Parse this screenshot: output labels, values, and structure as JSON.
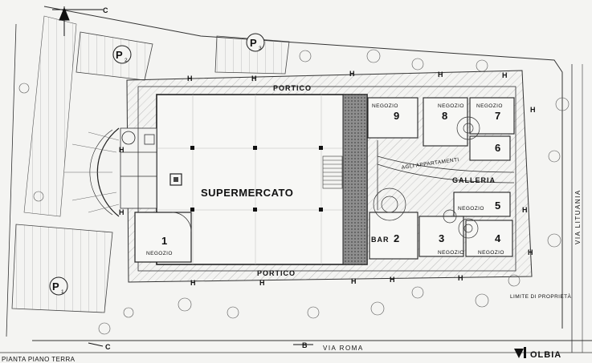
{
  "labels": {
    "supermarket": "SUPERMERCATO",
    "portico_top": "PORTICO",
    "portico_bottom": "PORTICO",
    "galleria": "GALLERIA",
    "apartments": "AGLI APPARTAMENTI",
    "bar": "BAR",
    "shop": "NEGOZIO",
    "via_roma": "VIA ROMA",
    "via_lituania": "VIA LITUANIA",
    "city": "OLBIA",
    "plan_title": "PIANTA PIANO TERRA",
    "property_limit": "LIMITE DI PROPRIETÀ",
    "section_b": "B",
    "section_c_top": "C",
    "section_c_bottom": "C"
  },
  "parking": {
    "p1": {
      "letter": "P",
      "sub": "1"
    },
    "p2": {
      "letter": "P",
      "sub": "2"
    },
    "p3": {
      "letter": "P",
      "sub": "3"
    }
  },
  "shops": {
    "n1": "1",
    "n2": "2",
    "n3": "3",
    "n4": "4",
    "n5": "5",
    "n6": "6",
    "n7": "7",
    "n8": "8",
    "n9": "9"
  },
  "colors": {
    "ink": "#1a1a1a",
    "paper": "#f4f4f2",
    "hatch": "#9a9a9a",
    "dark_corridor": "#8a8a8a"
  }
}
